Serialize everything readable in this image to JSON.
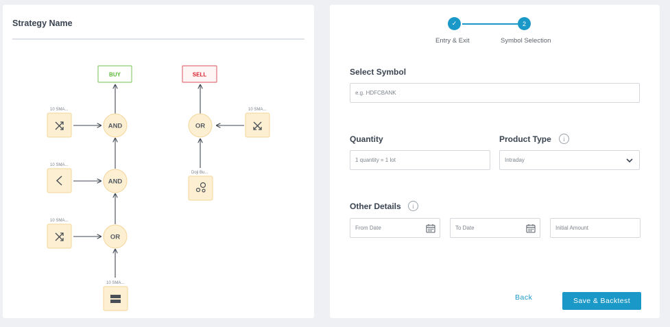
{
  "strategy": {
    "title": "Strategy Name",
    "buy_label": "BUY",
    "sell_label": "SELL",
    "buy_color": "#5cb735",
    "sell_color": "#d8202f",
    "nodes": {
      "and_top": "AND",
      "and_mid": "AND",
      "or_bottom": "OR",
      "or_sell": "OR"
    },
    "inputs": {
      "sma1": "10 SMA...",
      "sma2": "10 SMA...",
      "sma3": "10 SMA...",
      "sma4": "10 SMA...",
      "sma_sell": "10 SMA...",
      "doji": "Doji Bu..."
    },
    "icons": {
      "sma1": "crossover-icon",
      "sma2": "less-than-icon",
      "sma3": "crossover-icon",
      "sma4": "block-icon",
      "sma_sell": "crossunder-icon",
      "doji": "candle-pattern-icon"
    }
  },
  "stepper": {
    "steps": [
      {
        "label": "Entry & Exit",
        "badge": "✓"
      },
      {
        "label": "Symbol Selection",
        "badge": "2"
      }
    ],
    "accent": "#1a98c8"
  },
  "form": {
    "select_symbol": {
      "label": "Select Symbol",
      "placeholder": "e.g. HDFCBANK"
    },
    "quantity": {
      "label": "Quantity",
      "placeholder": "1 quantity = 1 lot"
    },
    "product_type": {
      "label": "Product Type",
      "value": "Intraday"
    },
    "other_details": {
      "label": "Other Details",
      "from_date": "From Date",
      "to_date": "To Date",
      "initial_amount": "Initial Amount"
    }
  },
  "actions": {
    "back": "Back",
    "save": "Save & Backtest"
  }
}
